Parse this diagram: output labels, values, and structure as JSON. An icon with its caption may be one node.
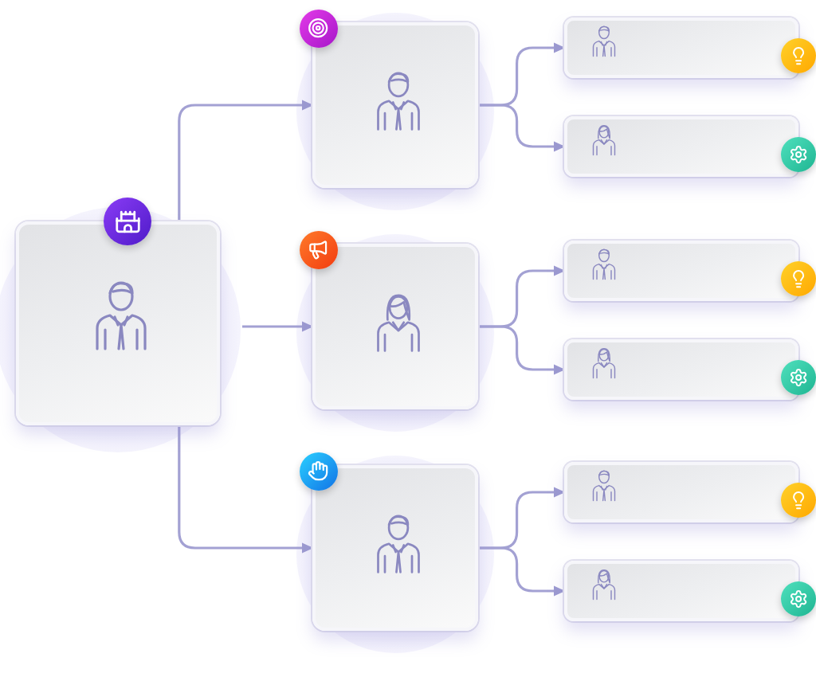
{
  "diagram": {
    "nodes": [
      {
        "text": [],
        "shape": "box"
      },
      {
        "text": [],
        "shape": "box"
      },
      {
        "text": [],
        "shape": "box"
      },
      {
        "text": [],
        "shape": "box"
      },
      {
        "text": [],
        "shape": "box"
      },
      {
        "text": [],
        "shape": "box"
      },
      {
        "text": [],
        "shape": "box"
      },
      {
        "text": [],
        "shape": "box"
      },
      {
        "text": [],
        "shape": "box"
      },
      {
        "text": [],
        "shape": "box"
      }
    ],
    "edges": [
      {
        "from": 0,
        "to": 1,
        "arrow": "to"
      },
      {
        "from": 0,
        "to": 2,
        "arrow": "to"
      },
      {
        "from": 0,
        "to": 3,
        "arrow": "to"
      },
      {
        "from": 1,
        "to": 4,
        "arrow": "to"
      },
      {
        "from": 1,
        "to": 5,
        "arrow": "to"
      },
      {
        "from": 2,
        "to": 6,
        "arrow": "to"
      },
      {
        "from": 2,
        "to": 7,
        "arrow": "to"
      },
      {
        "from": 3,
        "to": 8,
        "arrow": "to"
      },
      {
        "from": 3,
        "to": 9,
        "arrow": "to"
      }
    ]
  }
}
